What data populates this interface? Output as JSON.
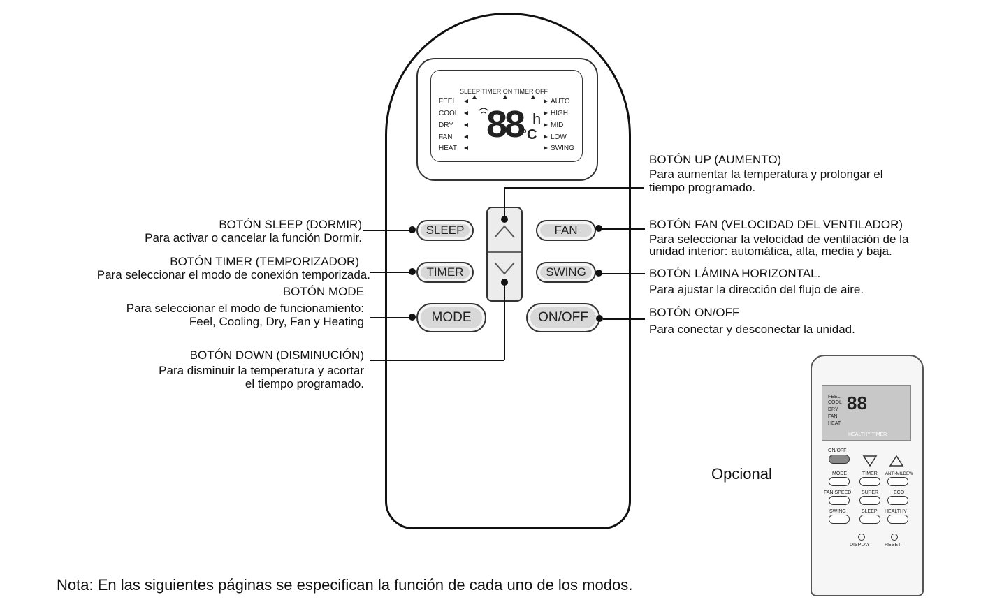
{
  "main_remote": {
    "lcd": {
      "top_labels": "SLEEP  TIMER ON  TIMER OFF",
      "left_modes": [
        "FEEL",
        "COOL",
        "DRY",
        "FAN",
        "HEAT"
      ],
      "right_fan": [
        "AUTO",
        "HIGH",
        "MID",
        "LOW",
        "SWING"
      ],
      "digits": "88",
      "unit_h": "h",
      "unit_c": "°C"
    },
    "buttons": {
      "sleep": "SLEEP",
      "timer": "TIMER",
      "mode": "MODE",
      "fan": "FAN",
      "swing": "SWING",
      "onoff": "ON/OFF"
    }
  },
  "annotations": {
    "sleep": {
      "title": "BOTÓN SLEEP (DORMIR)",
      "desc": "Para activar o cancelar la función Dormir."
    },
    "timer": {
      "title": "BOTÓN TIMER (TEMPORIZADOR)",
      "desc": "Para seleccionar el modo de conexión temporizada."
    },
    "mode": {
      "title": "BOTÓN MODE",
      "desc1": "Para seleccionar el modo de funcionamiento:",
      "desc2": "Feel, Cooling, Dry, Fan y Heating"
    },
    "down": {
      "title": "BOTÓN DOWN (DISMINUCIÓN)",
      "desc1": "Para disminuir la temperatura y acortar",
      "desc2": "el tiempo programado."
    },
    "up": {
      "title": "BOTÓN UP (AUMENTO)",
      "desc1": "Para aumentar la temperatura y prolongar el",
      "desc2": "tiempo programado."
    },
    "fan": {
      "title": "BOTÓN FAN (VELOCIDAD DEL VENTILADOR)",
      "desc1": "Para seleccionar la velocidad de ventilación de la",
      "desc2": "unidad interior: automática, alta, media y baja."
    },
    "swing": {
      "title": "BOTÓN LÁMINA HORIZONTAL.",
      "desc": "Para ajustar la dirección del flujo de aire."
    },
    "onoff": {
      "title": "BOTÓN ON/OFF",
      "desc": "Para conectar y desconectar la unidad."
    }
  },
  "optional_label": "Opcional",
  "note": "Nota: En las siguientes páginas se especifican la función de cada uno de los modos.",
  "mini_remote": {
    "lcd_left": [
      "FEEL",
      "COOL",
      "DRY",
      "FAN",
      "HEAT"
    ],
    "lcd_digits": "88",
    "lcd_bottom": "HEALTHY   TIMER",
    "buttons": [
      "ON/OFF",
      "MODE",
      "TIMER",
      "ANTI-MILDEW",
      "FAN SPEED",
      "SUPER",
      "ECO",
      "SWING",
      "SLEEP",
      "HEALTHY"
    ],
    "display": "DISPLAY",
    "reset": "RESET"
  }
}
